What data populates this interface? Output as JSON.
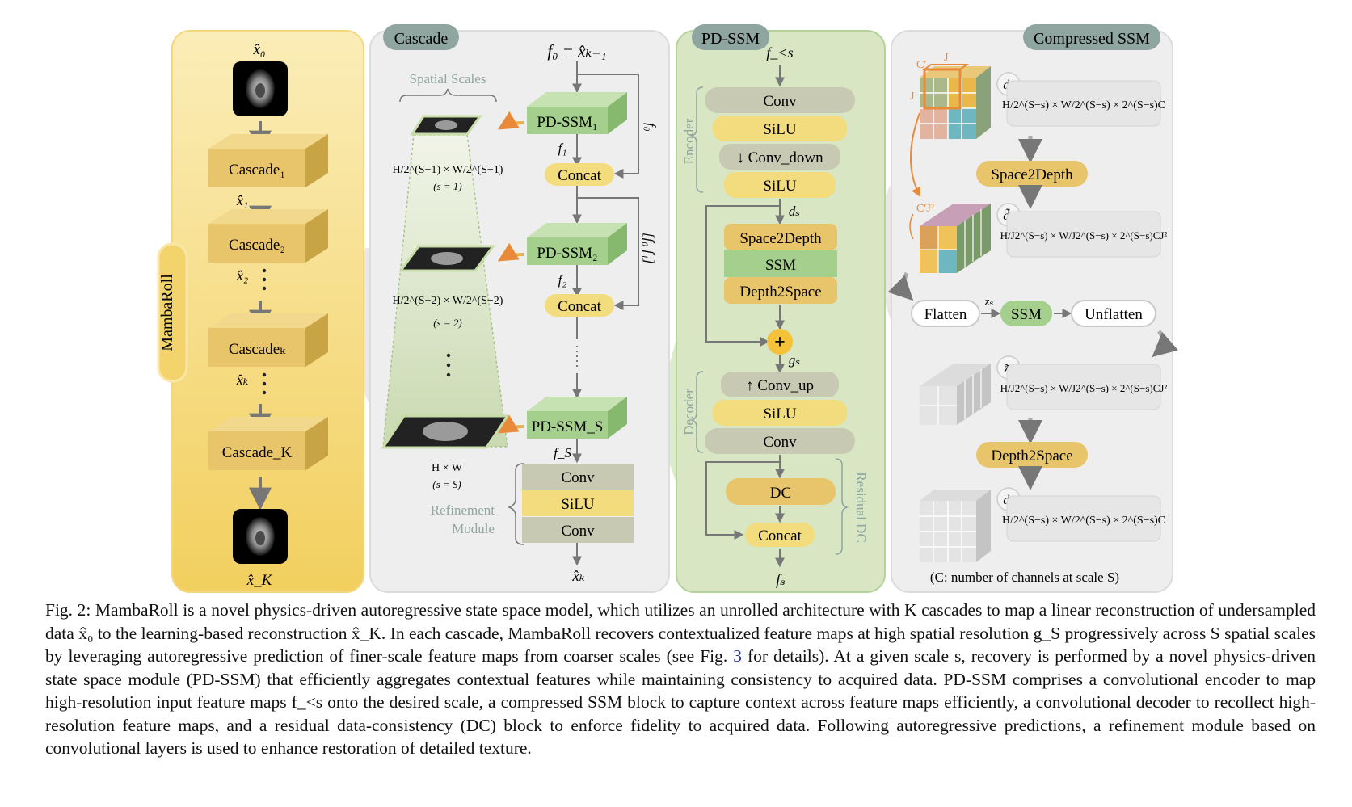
{
  "colors": {
    "outer_panel": "#f5d97a",
    "gray_panel": "#eeeeee",
    "green_panel": "#d8e6c4",
    "block_gold": "#e8c46a",
    "block_green": "#a4cf8c",
    "silu_yellow": "#f3dc7e",
    "conv_gray": "#c7c9b3",
    "arrow_gray": "#777777",
    "accent_orange": "#e88a3a",
    "label_pill": "#8fa59f"
  },
  "mambaroll": {
    "side_label": "MambaRoll",
    "x0": "x̂₀",
    "cascades": [
      "Cascade₁",
      "Cascade₂",
      "Cascadeₖ",
      "Cascade_K"
    ],
    "xhat": [
      "x̂₁",
      "x̂₂",
      "x̂ₖ"
    ],
    "xK": "x̂_K"
  },
  "cascade_panel": {
    "title": "Cascade",
    "f0_label": "f₀ = x̂ₖ₋₁",
    "spatial_scales": "Spatial Scales",
    "pdssm": [
      "PD-SSM₁",
      "PD-SSM₂",
      "PD-SSM_S"
    ],
    "f_labels": [
      "f₁",
      "f₂",
      "f_S"
    ],
    "concat": "Concat",
    "side_f0": "f₀",
    "side_f0f1": "[f₀ f₁]",
    "scale1_frac": "H/2^(S−1) × W/2^(S−1)",
    "scale1_s": "(s = 1)",
    "scale2_frac": "H/2^(S−2) × W/2^(S−2)",
    "scale2_s": "(s = 2)",
    "scaleS_dims": "H × W",
    "scaleS_s": "(s = S)",
    "refinement": "Refinement",
    "module": "Module",
    "ref_layers": [
      "Conv",
      "SiLU",
      "Conv"
    ],
    "out": "x̂ₖ"
  },
  "pdssm_panel": {
    "title": "PD-SSM",
    "input": "f_<s",
    "encoder_label": "Encoder",
    "decoder_label": "Decoder",
    "residual_label": "Residual DC",
    "enc_layers": [
      "Conv",
      "SiLU",
      "↓ Conv_down",
      "SiLU"
    ],
    "ds": "dₛ",
    "mid_layers": [
      "Space2Depth",
      "SSM",
      "Depth2Space"
    ],
    "plus": "+",
    "gs": "gₛ",
    "dec_layers": [
      "↑ Conv_up",
      "SiLU",
      "Conv"
    ],
    "dc": "DC",
    "concat": "Concat",
    "output": "fₛ"
  },
  "compressed_panel": {
    "title": "Compressed SSM",
    "cube_labels": [
      "C′",
      "J",
      "J",
      "C′J²"
    ],
    "rows": [
      {
        "symbol": "dₛ",
        "dims": "H/2^(S−s) × W/2^(S−s) × 2^(S−s)C"
      },
      {
        "symbol": "d̃ₛ",
        "dims": "H/J2^(S−s) × W/J2^(S−s) × 2^(S−s)CJ²"
      },
      {
        "symbol": "z̃ₛ",
        "dims": "H/J2^(S−s) × W/J2^(S−s) × 2^(S−s)CJ²"
      },
      {
        "symbol": "d̄ₛ",
        "dims": "H/2^(S−s) × W/2^(S−s) × 2^(S−s)C"
      }
    ],
    "space2depth": "Space2Depth",
    "flatten": "Flatten",
    "zs": "zₛ",
    "ssm": "SSM",
    "unflatten": "Unflatten",
    "depth2space": "Depth2Space",
    "note": "(C: number of channels at scale S)"
  },
  "caption": {
    "p1": "Fig. 2: MambaRoll is a novel physics-driven autoregressive state space model, which utilizes an unrolled architecture with K cascades to map a linear reconstruction of undersampled data x̂₀ to the learning-based reconstruction x̂_K. In each cascade, MambaRoll recovers contextualized feature maps at high spatial resolution g_S progressively across S spatial scales by leveraging autoregressive prediction of finer-scale feature maps from coarser scales (see Fig.",
    "figref": "3",
    "p2": "for details). At a given scale s, recovery is performed by a novel physics-driven state space module (PD-SSM) that efficiently aggregates contextual features while maintaining consistency to acquired data. PD-SSM comprises a convolutional encoder to map high-resolution input feature maps f_<s onto the desired scale, a compressed SSM block to capture context across feature maps efficiently, a convolutional decoder to recollect high-resolution feature maps, and a residual data-consistency (DC) block to enforce fidelity to acquired data. Following autoregressive predictions, a refinement module based on convolutional layers is used to enhance restoration of detailed texture."
  }
}
